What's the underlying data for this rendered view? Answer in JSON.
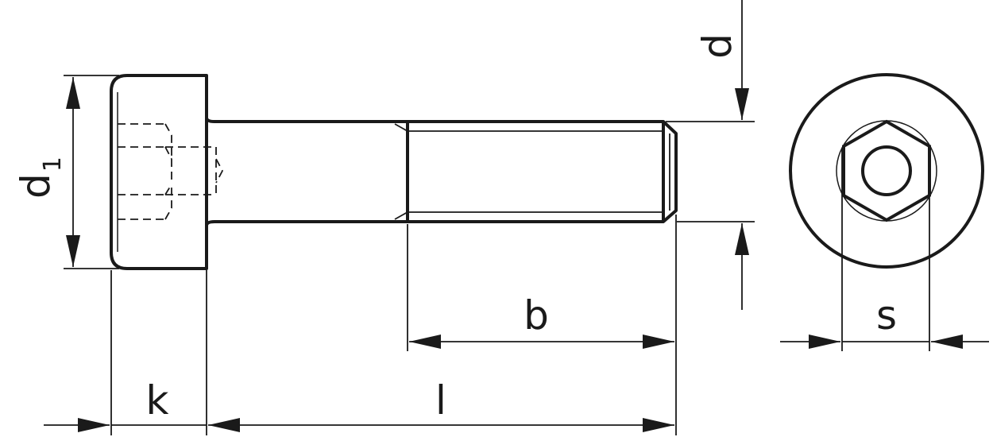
{
  "labels": {
    "head_diameter": "d",
    "head_diameter_subscript": "1",
    "thread_diameter": "d",
    "head_height": "k",
    "length": "l",
    "thread_length": "b",
    "socket_width": "s"
  },
  "colors": {
    "line": "#1a1a1a",
    "background": "#ffffff"
  }
}
